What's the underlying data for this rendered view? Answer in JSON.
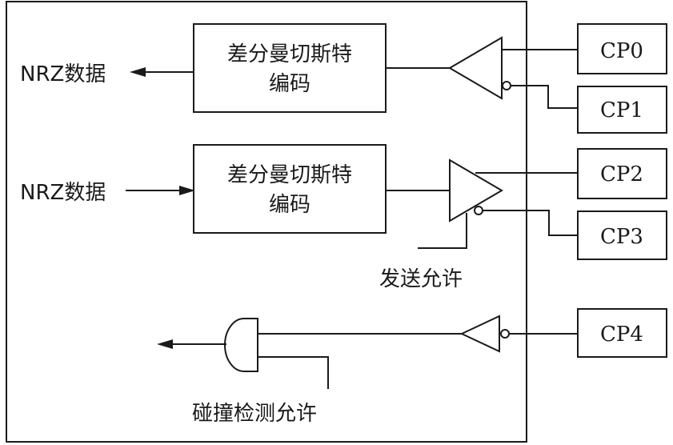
{
  "encoders": [
    {
      "line1": "差分曼切斯特",
      "line2": "编码"
    },
    {
      "line1": "差分曼切斯特",
      "line2": "编码"
    }
  ],
  "nrz_out_label": "NRZ数据",
  "nrz_in_label": "NRZ数据",
  "pins": [
    "CP0",
    "CP1",
    "CP2",
    "CP3",
    "CP4"
  ],
  "transmit_enable_label": "发送允许",
  "collision_enable_label": "碰撞检测允许"
}
